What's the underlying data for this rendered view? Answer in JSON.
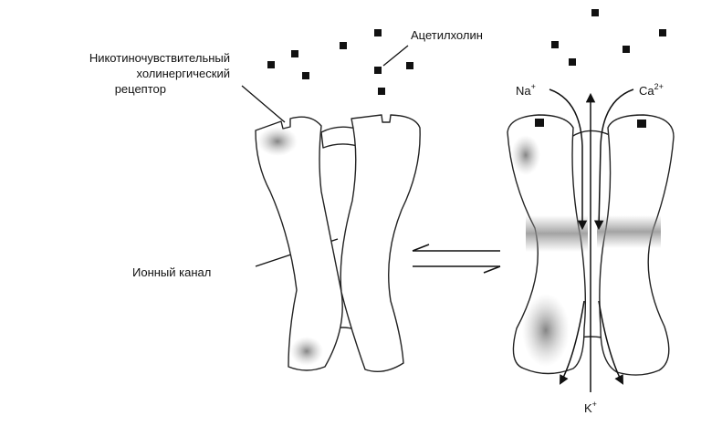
{
  "labels": {
    "receptor_line1": "Никотиночувствительный",
    "receptor_line2": "холинергический",
    "receptor_line3": "рецептор",
    "ligand": "Ацетилхолин",
    "channel": "Ионный канал"
  },
  "ions": {
    "na": "Na",
    "na_charge": "+",
    "ca": "Ca",
    "ca_charge": "2+",
    "k": "K",
    "k_charge": "+"
  },
  "colors": {
    "ink": "#111111",
    "shade": "#8a8a8a"
  }
}
